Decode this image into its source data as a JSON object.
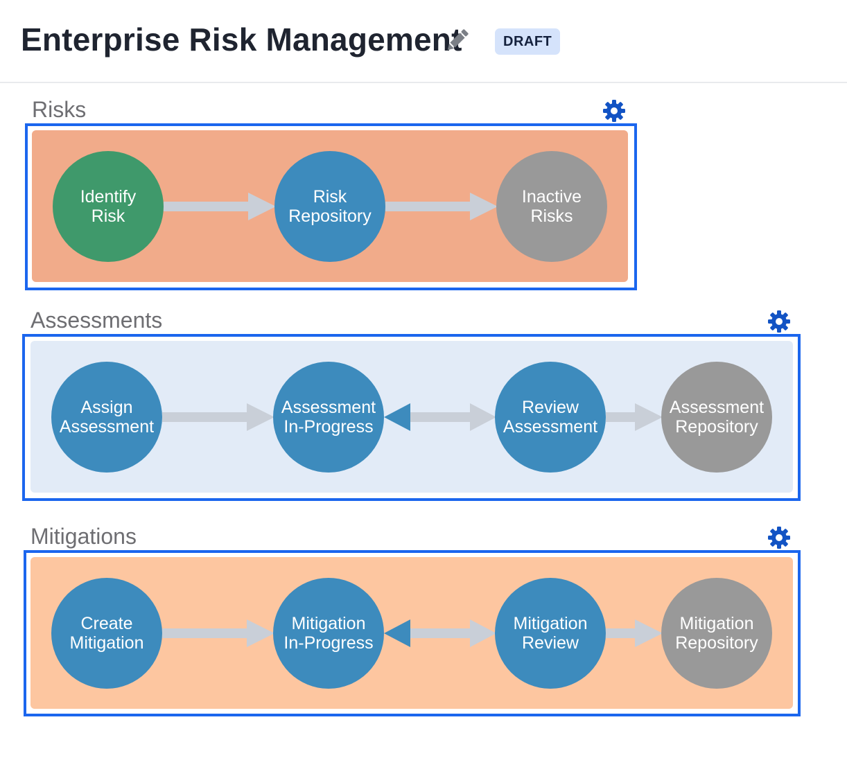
{
  "header": {
    "title": "Enterprise Risk Management",
    "status_badge": "DRAFT",
    "edit_icon": "pencil-icon"
  },
  "colors": {
    "accent_blue": "#1b66ee",
    "node_blue": "#3d8bbd",
    "node_green": "#3f996b",
    "node_gray": "#999999",
    "arrow_gray": "#c9cfd8",
    "risks_panel": "#f1ab8a",
    "assessments_panel": "#e2ebf7",
    "mitigations_panel": "#fdc6a0"
  },
  "sections": [
    {
      "label": "Risks",
      "settings_icon": "gear-icon",
      "nodes": [
        {
          "label": "Identify\nRisk",
          "color": "#3f996b"
        },
        {
          "label": "Risk\nRepository",
          "color": "#3d8bbd"
        },
        {
          "label": "Inactive\nRisks",
          "color": "#999999"
        }
      ]
    },
    {
      "label": "Assessments",
      "settings_icon": "gear-icon",
      "nodes": [
        {
          "label": "Assign\nAssessment",
          "color": "#3d8bbd"
        },
        {
          "label": "Assessment\nIn-Progress",
          "color": "#3d8bbd"
        },
        {
          "label": "Review\nAssessment",
          "color": "#3d8bbd"
        },
        {
          "label": "Assessment\nRepository",
          "color": "#999999"
        }
      ]
    },
    {
      "label": "Mitigations",
      "settings_icon": "gear-icon",
      "nodes": [
        {
          "label": "Create\nMitigation",
          "color": "#3d8bbd"
        },
        {
          "label": "Mitigation\nIn-Progress",
          "color": "#3d8bbd"
        },
        {
          "label": "Mitigation\nReview",
          "color": "#3d8bbd"
        },
        {
          "label": "Mitigation\nRepository",
          "color": "#999999"
        }
      ]
    }
  ]
}
